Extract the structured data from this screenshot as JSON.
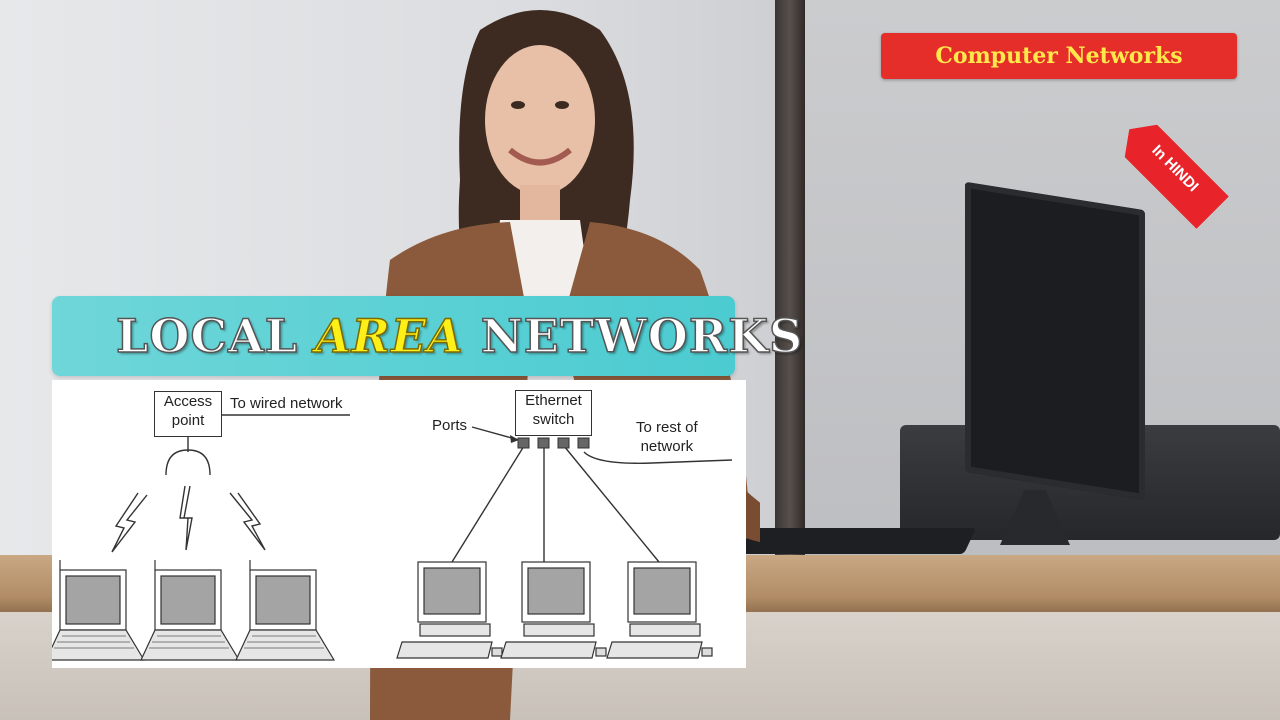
{
  "badge": {
    "label": "Computer Networks",
    "tag": "In HINDI"
  },
  "title": {
    "part1": "LOCAL ",
    "part2": "AREA",
    "part3": " NETWORKS"
  },
  "diagram": {
    "access_point": "Access\npoint",
    "to_wired": "To wired network",
    "ethernet_switch": "Ethernet\nswitch",
    "ports": "Ports",
    "to_rest": "To rest of\nnetwork"
  },
  "colors": {
    "badge_bg": "#e52d2a",
    "badge_text": "#ffe84a",
    "band": "#58d0d4",
    "highlight": "#ffef18"
  }
}
